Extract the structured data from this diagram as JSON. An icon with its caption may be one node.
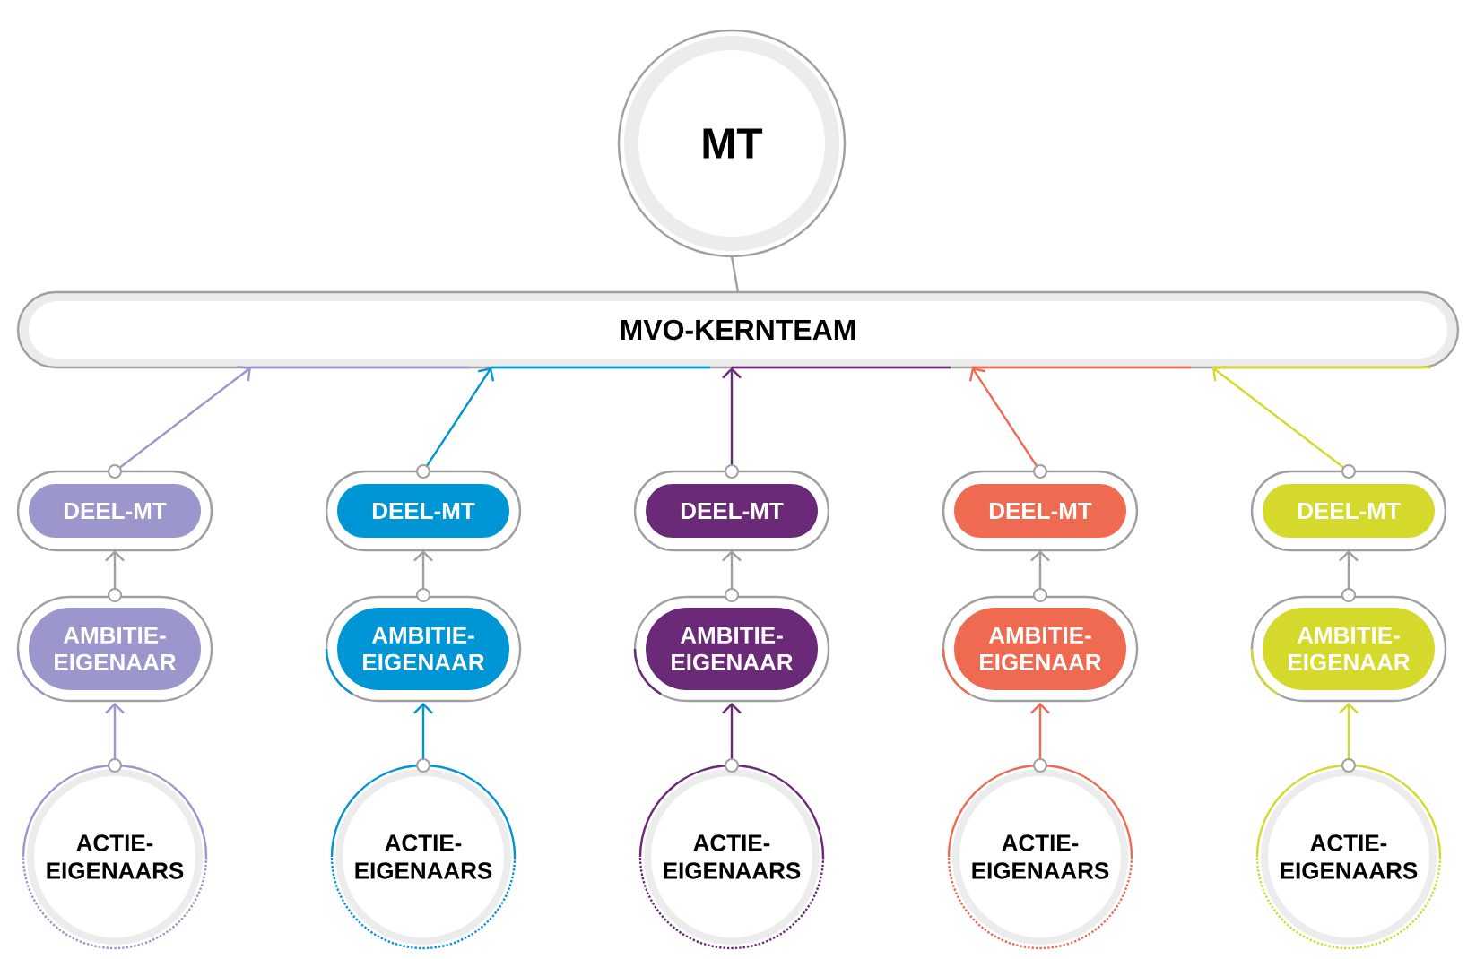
{
  "diagram": {
    "nodes": [
      {
        "text": [
          "MT"
        ]
      },
      {
        "text": [
          "MVO-KERNTEAM"
        ]
      },
      {
        "text": [
          "DEEL-MT"
        ]
      },
      {
        "text": [
          "AMBITIE-EIGENAAR"
        ]
      },
      {
        "text": [
          "ACTIE-EIGENAARS"
        ]
      },
      {
        "text": [
          "DEEL-MT"
        ]
      },
      {
        "text": [
          "AMBITIE-EIGENAAR"
        ]
      },
      {
        "text": [
          "ACTIE-EIGENAARS"
        ]
      },
      {
        "text": [
          "DEEL-MT"
        ]
      },
      {
        "text": [
          "AMBITIE-EIGENAAR"
        ]
      },
      {
        "text": [
          "ACTIE-EIGENAARS"
        ]
      },
      {
        "text": [
          "DEEL-MT"
        ]
      },
      {
        "text": [
          "AMBITIE-EIGENAAR"
        ]
      },
      {
        "text": [
          "ACTIE-EIGENAARS"
        ]
      },
      {
        "text": [
          "DEEL-MT"
        ]
      },
      {
        "text": [
          "AMBITIE-EIGENAAR"
        ]
      },
      {
        "text": [
          "ACTIE-EIGENAARS"
        ]
      }
    ],
    "edges": [
      {
        "from": 0,
        "to": 1,
        "arrow": "none"
      },
      {
        "from": 2,
        "to": 1,
        "arrow": "to",
        "color": "#9b96cc"
      },
      {
        "from": 3,
        "to": 2,
        "arrow": "to"
      },
      {
        "from": 4,
        "to": 3,
        "arrow": "to",
        "color": "#9b96cc"
      },
      {
        "from": 5,
        "to": 1,
        "arrow": "to",
        "color": "#0096d6"
      },
      {
        "from": 6,
        "to": 5,
        "arrow": "to"
      },
      {
        "from": 7,
        "to": 6,
        "arrow": "to",
        "color": "#0096d6"
      },
      {
        "from": 8,
        "to": 1,
        "arrow": "to",
        "color": "#6a2a78"
      },
      {
        "from": 9,
        "to": 8,
        "arrow": "to"
      },
      {
        "from": 10,
        "to": 9,
        "arrow": "to",
        "color": "#6a2a78"
      },
      {
        "from": 11,
        "to": 1,
        "arrow": "to",
        "color": "#ee6b52"
      },
      {
        "from": 12,
        "to": 11,
        "arrow": "to"
      },
      {
        "from": 13,
        "to": 12,
        "arrow": "to",
        "color": "#ee6b52"
      },
      {
        "from": 14,
        "to": 1,
        "arrow": "to",
        "color": "#d5d92c"
      },
      {
        "from": 15,
        "to": 14,
        "arrow": "to"
      },
      {
        "from": 16,
        "to": 15,
        "arrow": "to",
        "color": "#d5d92c"
      }
    ]
  }
}
